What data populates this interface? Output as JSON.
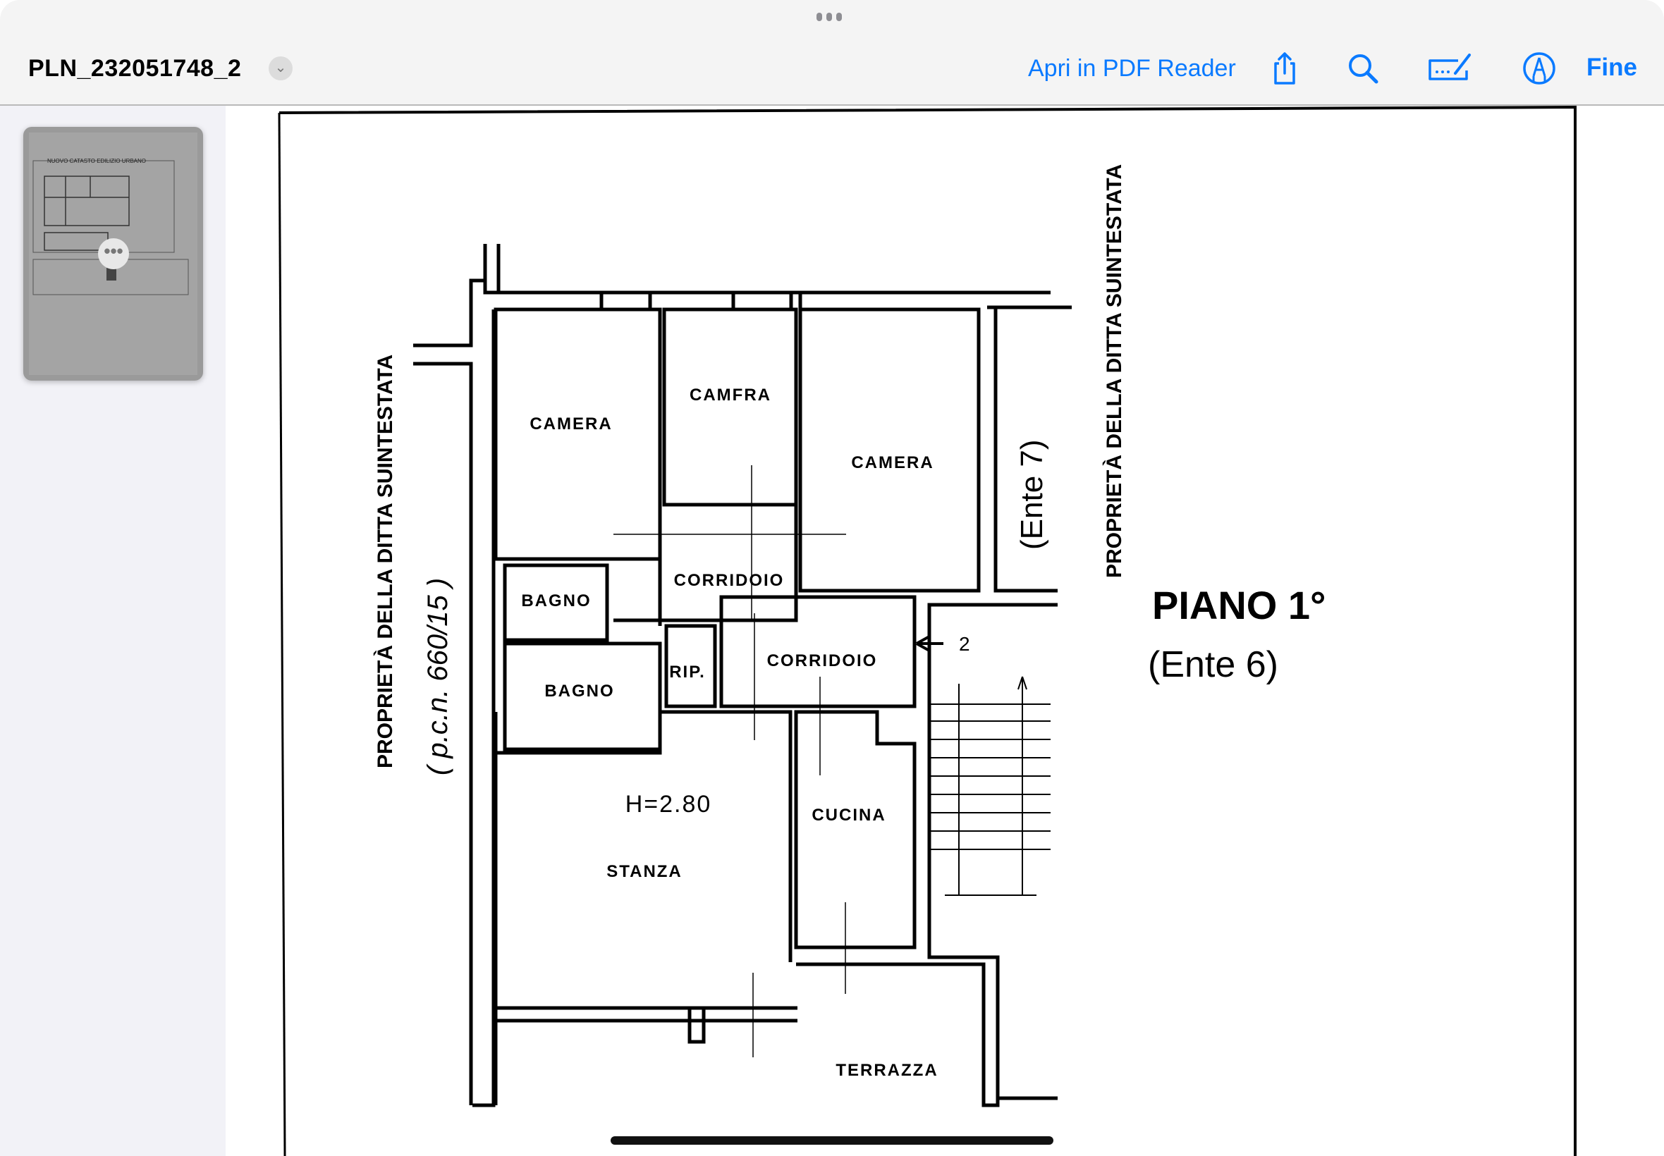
{
  "window": {
    "title": "PLN_232051748_2"
  },
  "toolbar": {
    "open_in_label": "Apri in PDF Reader",
    "done_label": "Fine",
    "accent_color": "#0a7aff",
    "icons": [
      "share-icon",
      "search-icon",
      "markup-icon",
      "pen-icon"
    ]
  },
  "sidebar": {
    "thumbnail_title": "NUOVO CATASTO EDILIZIO URBANO",
    "more_label": "•••"
  },
  "plan": {
    "rooms": {
      "camera1": "CAMERA",
      "camera2": "CAMFRA",
      "camera3": "CAMERA",
      "corridoio1": "CORRIDOIO",
      "bagno1": "BAGNO",
      "rip": "RIP.",
      "corridoio2": "CORRIDOIO",
      "bagno2": "BAGNO",
      "height": "H=2.80",
      "stanza": "STANZA",
      "cucina": "CUCINA",
      "terrazza": "TERRAZZA"
    },
    "floor_label": "PIANO 1°",
    "unit_label": "(Ente 6)",
    "neighbor_unit": "(Ente 7)",
    "left_owner": "PROPRIETÀ DELLA DITTA SUINTESTATA",
    "right_owner": "PROPRIETÀ DELLA DITTA SUINTESTATA",
    "parcel": "( p.c.n. 660/15 )",
    "entrance_marker": "2"
  }
}
